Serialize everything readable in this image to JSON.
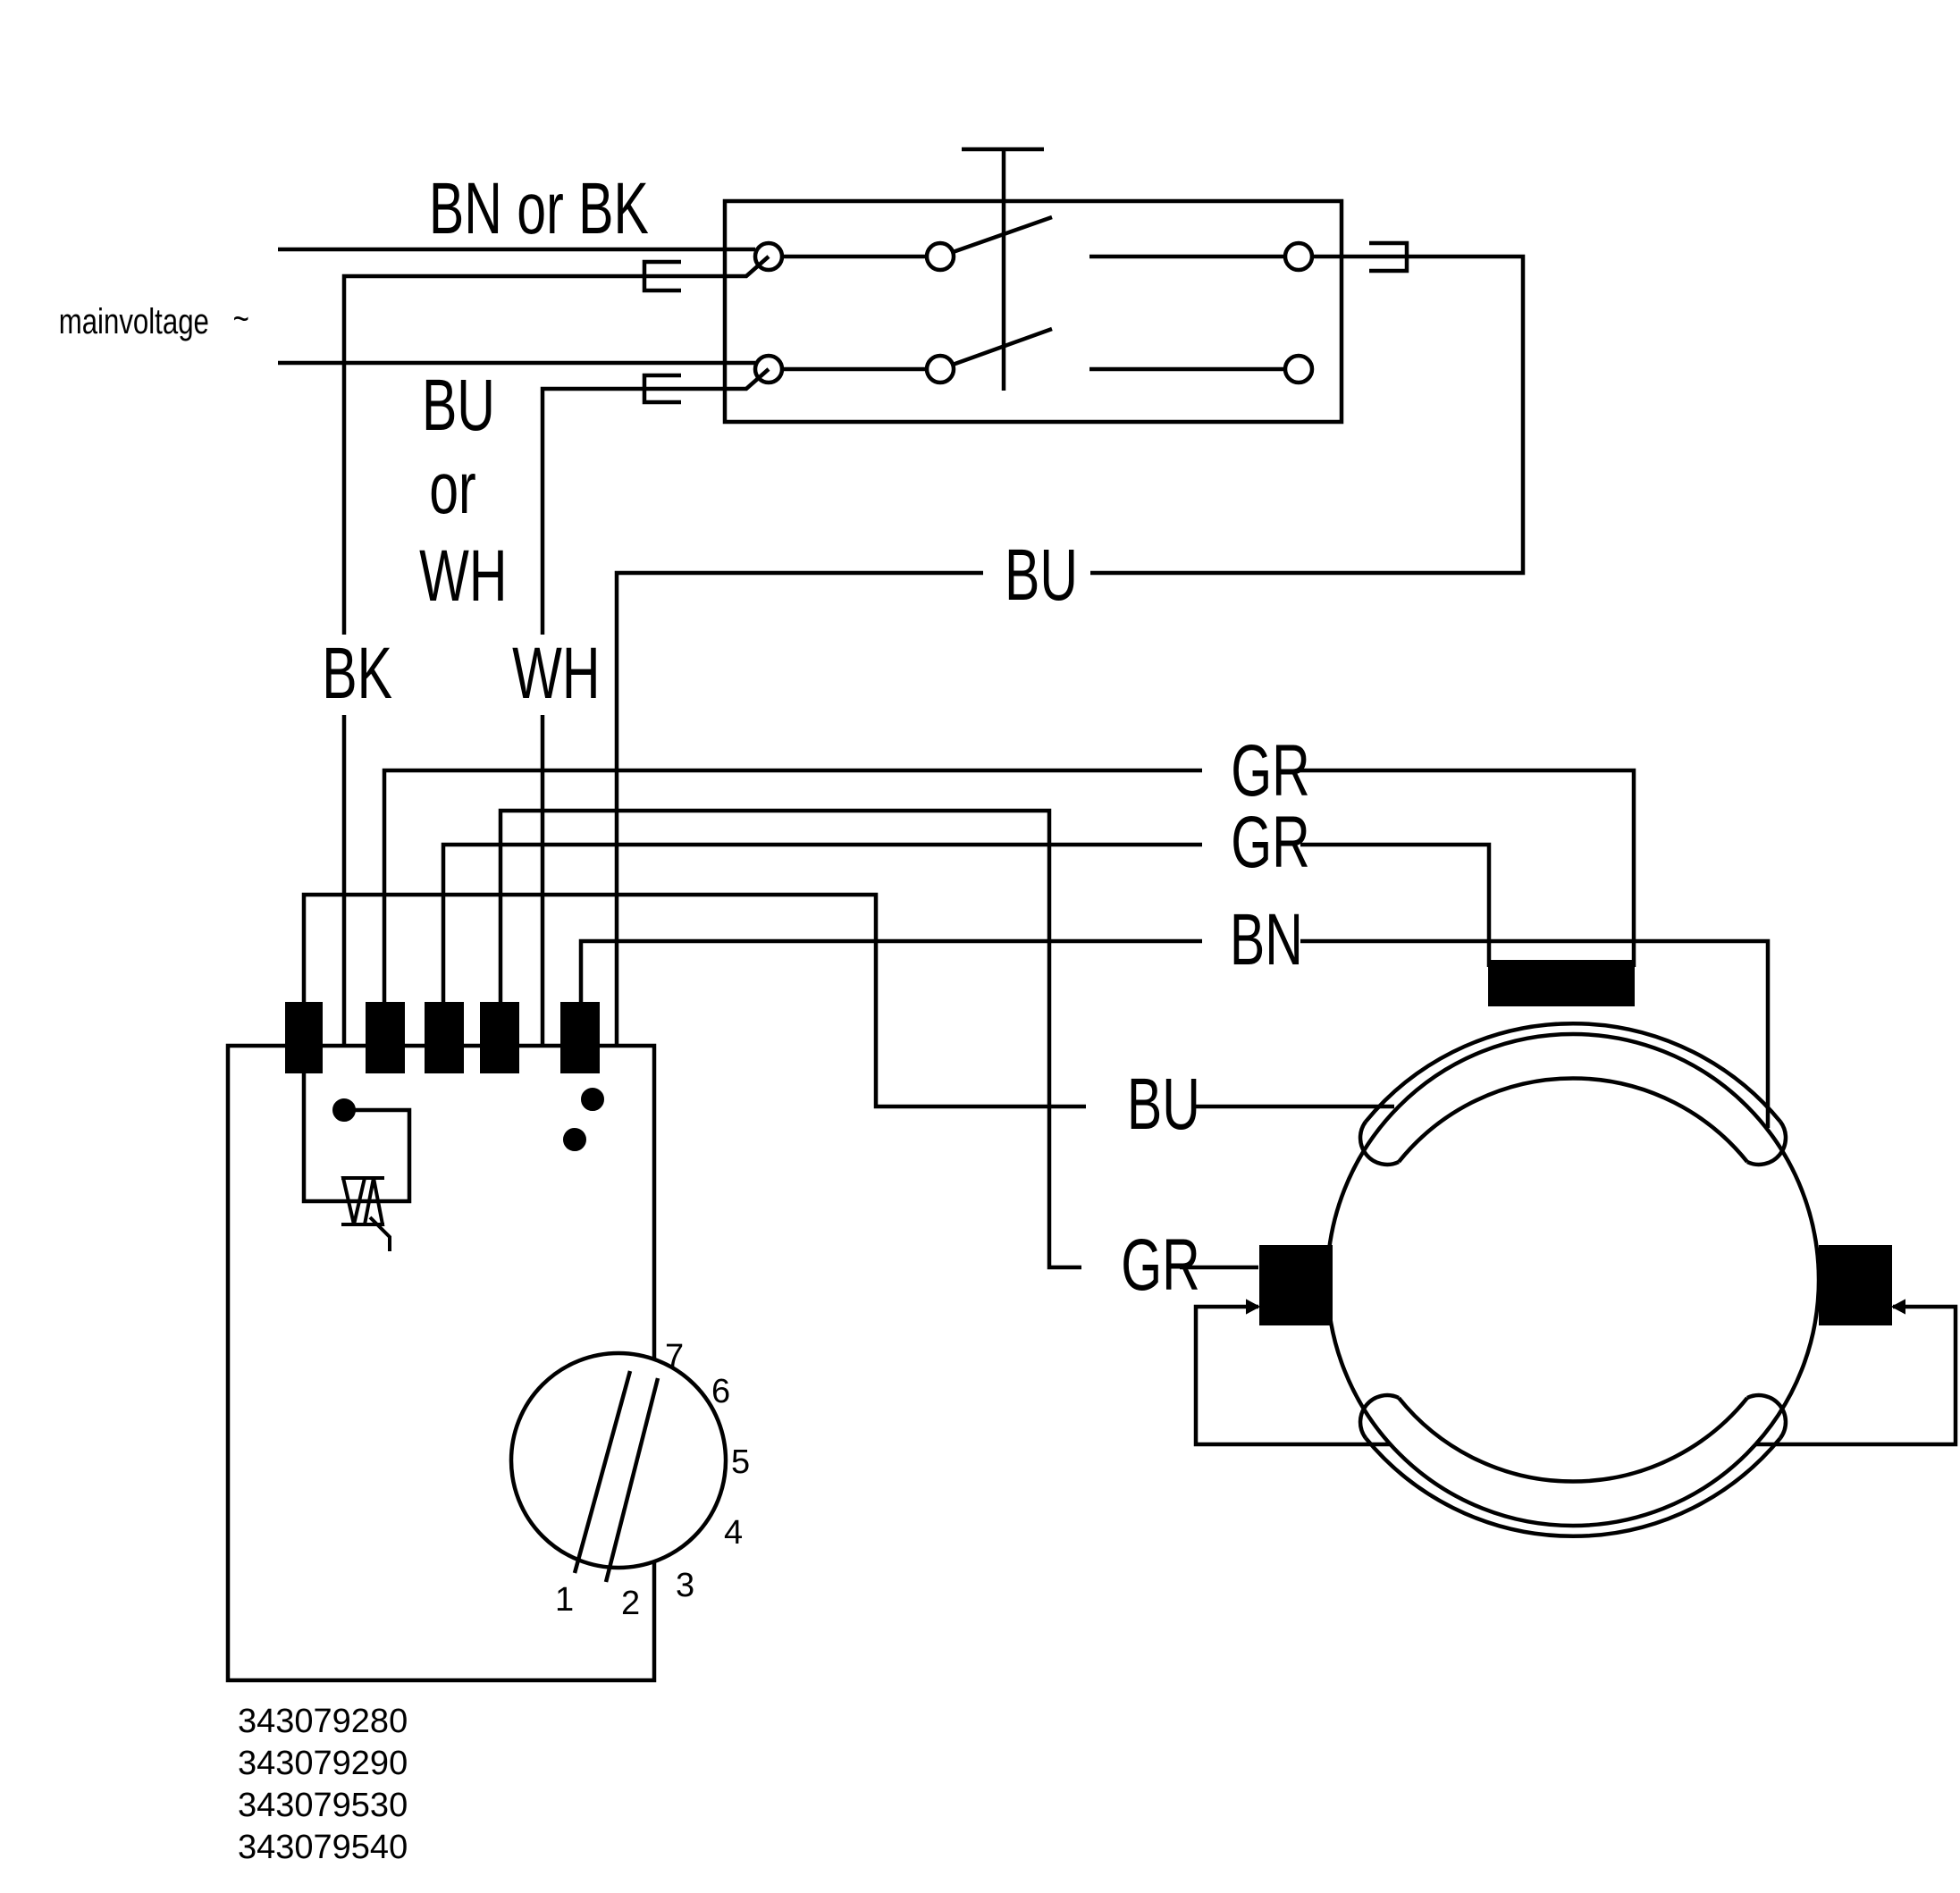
{
  "labels": {
    "mains_voltage": "mainvoltage",
    "tilde": "~",
    "wire_live": "BN or BK",
    "wire_neutral_1": "BU",
    "wire_neutral_2": "or",
    "wire_neutral_3": "WH",
    "wire_bk": "BK",
    "wire_wh": "WH",
    "wire_bu_top": "BU",
    "wire_gr_1": "GR",
    "wire_gr_2": "GR",
    "wire_bn": "BN",
    "wire_bu_motor": "BU",
    "wire_gr_motor": "GR"
  },
  "dial_numbers": [
    "1",
    "2",
    "3",
    "4",
    "5",
    "6",
    "7"
  ],
  "part_numbers": [
    "343079280",
    "343079290",
    "343079530",
    "343079540"
  ]
}
